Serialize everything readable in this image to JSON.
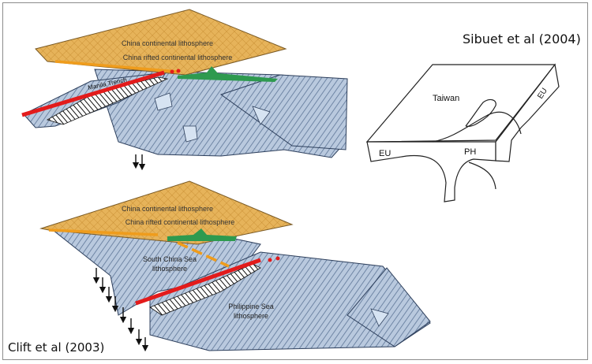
{
  "figure": {
    "caption_sibuet": "Sibuet et al (2004)",
    "caption_clift": "Clift et al (2003)",
    "colors": {
      "continental": "#e6b35a",
      "oceanic": "#b9c9de",
      "hatch": "#5d7597",
      "trench_red": "#e31b1b",
      "accretion_green": "#2e9a4f",
      "rift_orange": "#ef9c1c"
    }
  },
  "top_panel": {
    "label_continental": "China continental lithosphere",
    "label_rifted": "China rifted continental lithosphere",
    "label_trench": "Manila Trench"
  },
  "bottom_panel": {
    "label_continental": "China continental lithosphere",
    "label_rifted": "China rifted continental lithosphere",
    "label_scs": "South China Sea",
    "label_scs_2": "lithosphere",
    "label_ps": "Philippine Sea",
    "label_ps_2": "lithosphere"
  },
  "sibuet_sketch": {
    "label_taiwan": "Taiwan",
    "label_eu_left": "EU",
    "label_ph": "PH",
    "label_eu_right": "EU"
  }
}
